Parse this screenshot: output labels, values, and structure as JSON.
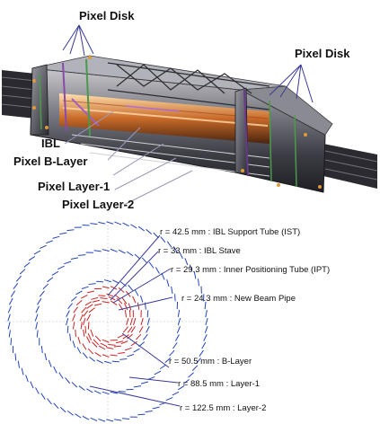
{
  "top_labels": {
    "pixel_disk_left": "Pixel Disk",
    "pixel_disk_right": "Pixel Disk",
    "ibl": "IBL",
    "pixel_b_layer": "Pixel B-Layer",
    "pixel_layer_1": "Pixel Layer-1",
    "pixel_layer_2": "Pixel Layer-2"
  },
  "radii_labels": {
    "ist": "r = 42.5 mm : IBL Support Tube (IST)",
    "ibl_stave": "r = 33 mm : IBL Stave",
    "ipt": "r = 29.3 mm : Inner Positioning Tube (IPT)",
    "beam_pipe": "r = 24.3 mm : New Beam Pipe",
    "b_layer": "r = 50.5 mm : B-Layer",
    "layer_1": "r = 88.5 mm : Layer-1",
    "layer_2": "r = 122.5 mm : Layer-2"
  },
  "rings": [
    {
      "name": "beam_pipe",
      "r_mm": 24.3,
      "color": "#cc2222"
    },
    {
      "name": "ipt",
      "r_mm": 29.3,
      "color": "#cc2222"
    },
    {
      "name": "ibl_stave",
      "r_mm": 33,
      "color": "#cc2222"
    },
    {
      "name": "ist",
      "r_mm": 42.5,
      "color": "#cc2222"
    },
    {
      "name": "b_layer",
      "r_mm": 50.5,
      "color": "#2244bb"
    },
    {
      "name": "layer_1",
      "r_mm": 88.5,
      "color": "#2244bb"
    },
    {
      "name": "layer_2",
      "r_mm": 122.5,
      "color": "#2244bb"
    }
  ],
  "colors": {
    "ibl_red": "#cc2222",
    "pixel_blue": "#2244bb",
    "leader": "#3a3a9a"
  }
}
